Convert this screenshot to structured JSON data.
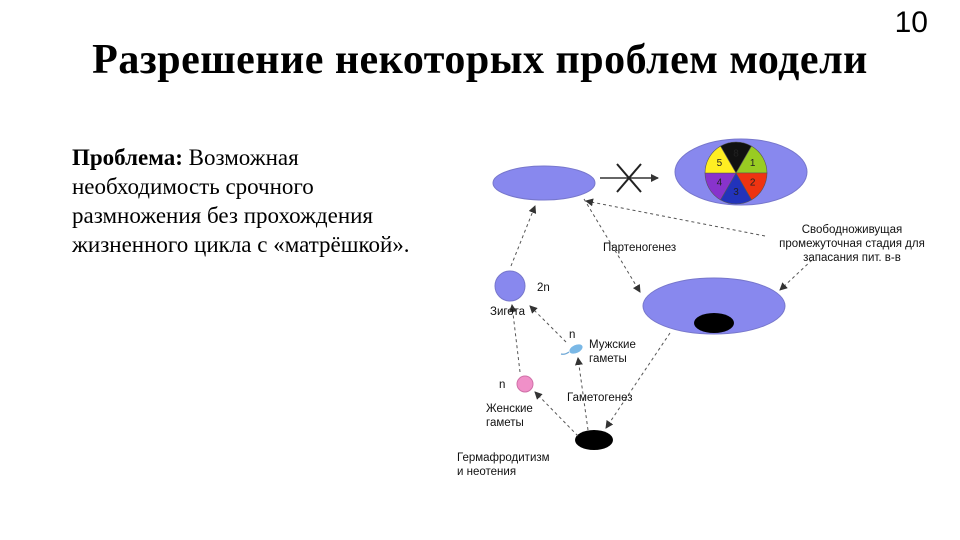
{
  "slide_number": "10",
  "title": "Разрешение некоторых проблем модели",
  "problem": {
    "label": "Проблема:",
    "text": " Возможная необходимость срочного размножения без прохождения жизненного цикла с «матрёшкой»."
  },
  "diagram": {
    "parthenogenesis": "Партеногенез",
    "free_living_line1": "Свободноживущая",
    "free_living_line2": "промежуточная стадия для",
    "free_living_line3": "запасания пит. в-в",
    "zygote_ploidy": "2n",
    "zygote": "Зигота",
    "male_ploidy": "n",
    "male_line1": "Мужские",
    "male_line2": "гаметы",
    "female_ploidy": "n",
    "female_line1": "Женские",
    "female_line2": "гаметы",
    "gametogenesis": "Гаметогенез",
    "hermaphro_line1": "Гермафродитизм",
    "hermaphro_line2": "и неотения",
    "pie_segments": [
      "8",
      "1",
      "2",
      "3",
      "4",
      "5"
    ],
    "colors": {
      "ellipse_fill": "#8888ee",
      "zygote_fill": "#8888ee",
      "female_gamete": "#f090c8",
      "male_gamete": "#7ab8e6",
      "black": "#000000",
      "pie": [
        "#111111",
        "#99cc22",
        "#ee3311",
        "#2233bb",
        "#8833cc",
        "#ffee22"
      ]
    }
  }
}
